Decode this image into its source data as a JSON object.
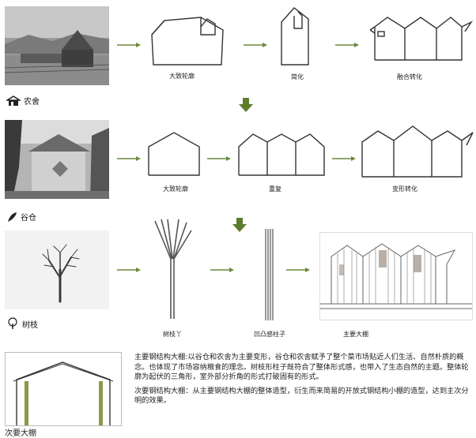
{
  "rows": [
    {
      "name": "农舍",
      "labels": [
        "大致轮廓",
        "简化",
        "融合转化"
      ]
    },
    {
      "name": "谷仓",
      "labels": [
        "大致轮廓",
        "重复",
        "变形转化"
      ]
    },
    {
      "name": "树枝",
      "labels": [
        "树枝丫",
        "凹凸感柱子",
        "主要大棚"
      ]
    }
  ],
  "bottom": {
    "caption": "次要大棚",
    "paragraph1": "主要钢结构大棚:以谷仓和农舍为主要变形，谷仓和农舍赋予了整个菜市场贴近人们生活、自然朴质的概念。也体现了市场容纳粮食的理念。树枝形柱子既符合了整体形式感，也带入了生态自然的主题。整体轮廓为起伏的三角形，室外部分折角的形式打破固有的形式。",
    "paragraph2": "次要钢结构大棚：从主要钢结构大棚的整体造型，衍生而来简易的开放式钢结构小棚的造型，达到主次分明的效果。"
  },
  "colors": {
    "arrow": "#6b8a3a",
    "line": "#333333",
    "post": "#8a9a4a"
  }
}
